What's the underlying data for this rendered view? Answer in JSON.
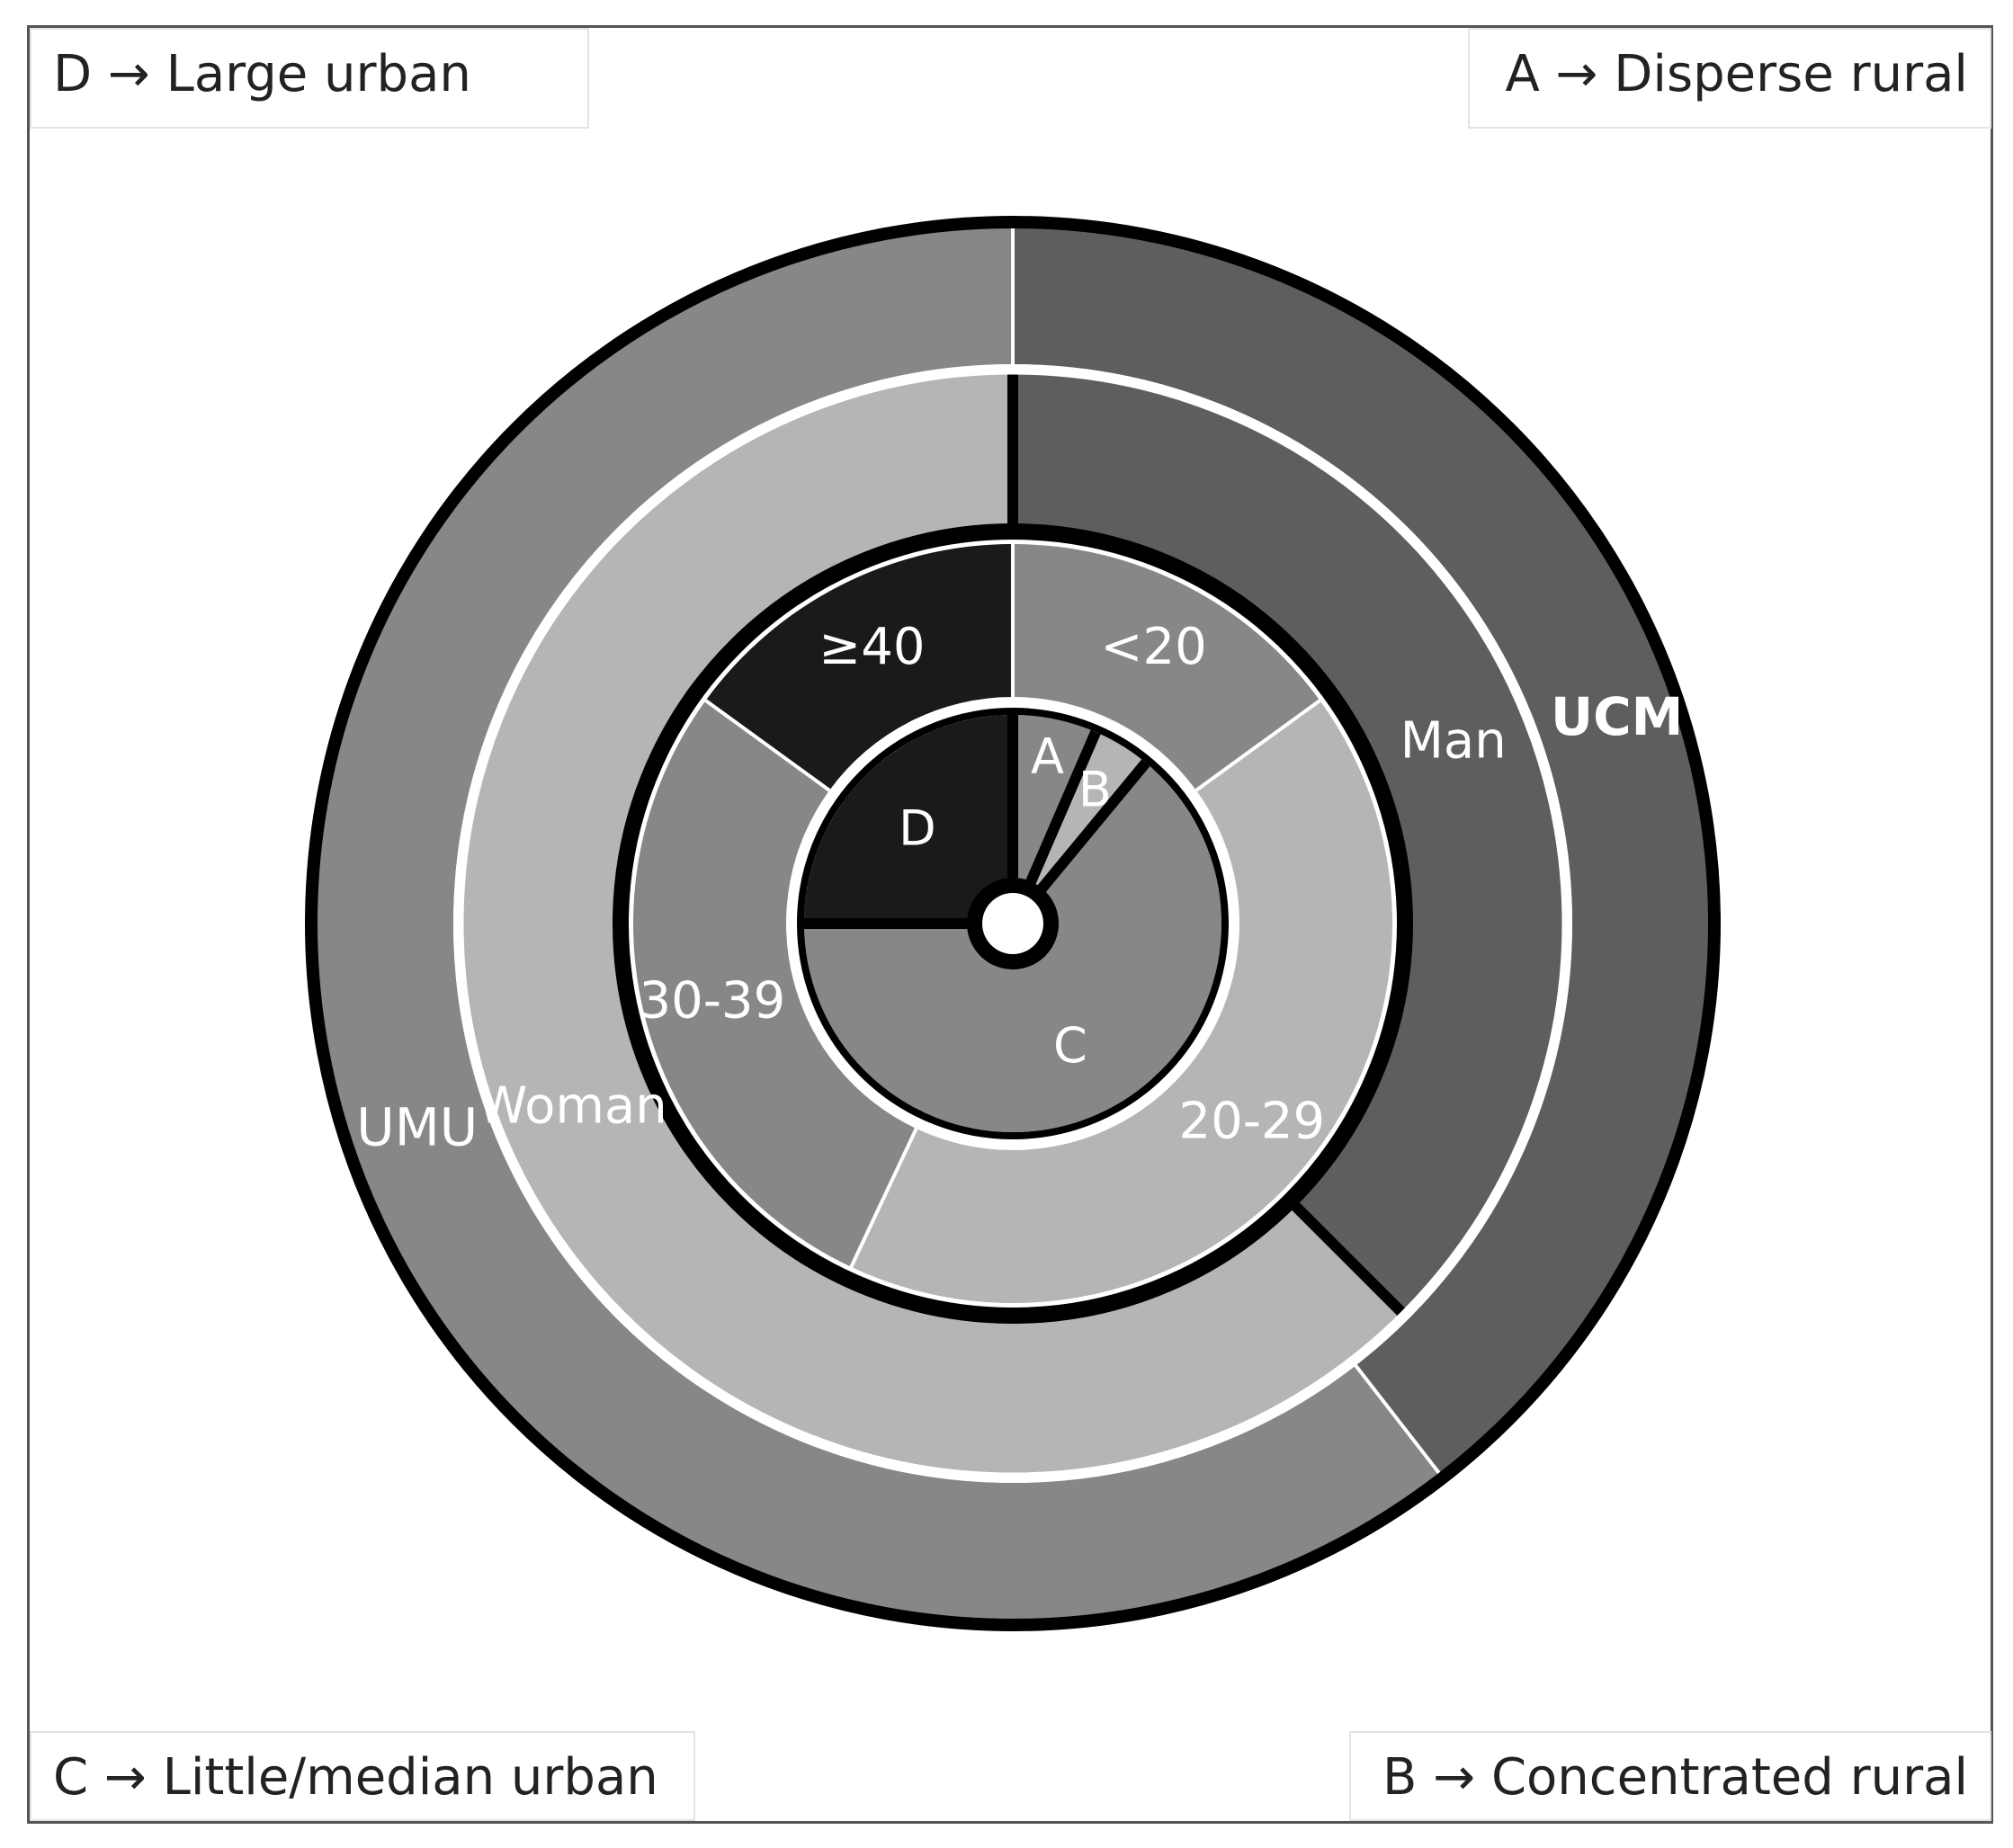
{
  "legend": [
    {
      "id": "d",
      "text": "D → Large urban"
    },
    {
      "id": "a",
      "text": "A → Disperse rural"
    },
    {
      "id": "c",
      "text": "C → Little/median urban"
    },
    {
      "id": "b",
      "text": "B → Concentrated rural"
    }
  ],
  "colors": {
    "black": "#1a1a1a",
    "dark": "#5e5e5e",
    "mid": "#878787",
    "light": "#b5b5b5",
    "outline": "#000000"
  },
  "chart_data": {
    "type": "pie",
    "subtype": "multi-level donut (sunburst)",
    "unit": "percent of sample, clockwise from top",
    "rings": [
      {
        "name": "university",
        "segments": [
          {
            "label": "UCM",
            "value": 39.5,
            "color": "#5e5e5e",
            "bold": true
          },
          {
            "label": "UMU",
            "value": 60.5,
            "color": "#878787",
            "bold": false
          }
        ]
      },
      {
        "name": "gender",
        "segments": [
          {
            "label": "Man",
            "value": 37.5,
            "color": "#5e5e5e"
          },
          {
            "label": "Woman",
            "value": 62.5,
            "color": "#b5b5b5"
          }
        ]
      },
      {
        "name": "age",
        "segments": [
          {
            "label": "<20",
            "value": 15,
            "color": "#878787"
          },
          {
            "label": "20-29",
            "value": 42,
            "color": "#b5b5b5"
          },
          {
            "label": "30-39",
            "value": 28,
            "color": "#878787"
          },
          {
            "label": "≥40",
            "value": 15,
            "color": "#1a1a1a"
          }
        ]
      },
      {
        "name": "residence",
        "segments": [
          {
            "label": "A",
            "value": 6.5,
            "color": "#878787"
          },
          {
            "label": "B",
            "value": 4.5,
            "color": "#b5b5b5"
          },
          {
            "label": "C",
            "value": 64,
            "color": "#878787"
          },
          {
            "label": "D",
            "value": 25,
            "color": "#1a1a1a"
          }
        ]
      }
    ]
  }
}
